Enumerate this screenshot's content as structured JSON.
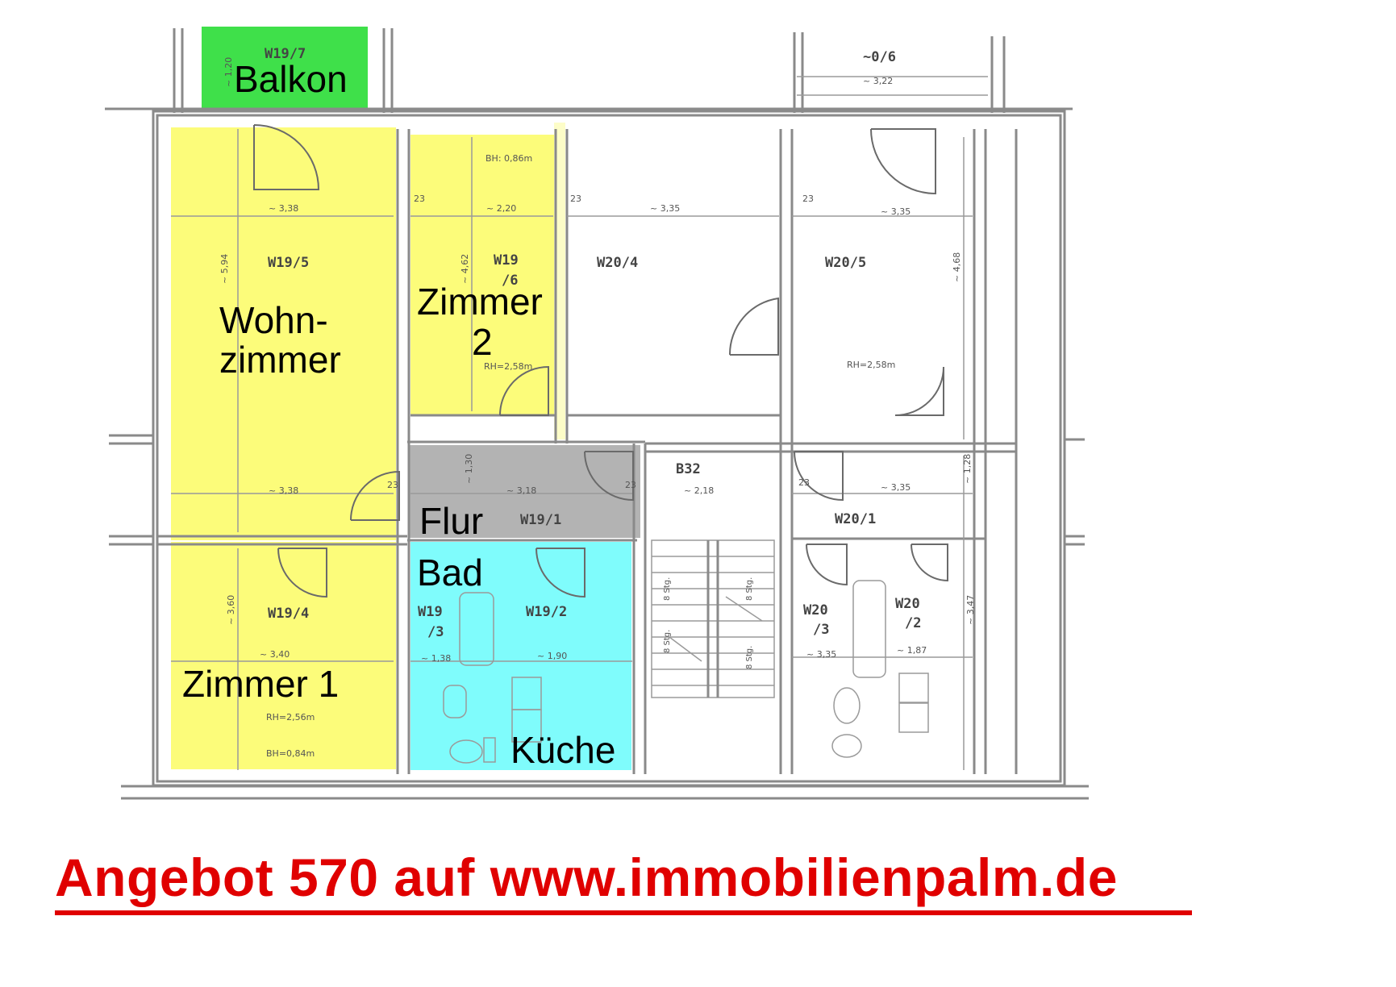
{
  "rooms": {
    "balkon": {
      "label": "Balkon",
      "code": "W19/7",
      "color": "#3fe04a"
    },
    "wohnzimmer": {
      "label_line1": "Wohn-",
      "label_line2": "zimmer",
      "code": "W19/5",
      "color": "#fcfc7a"
    },
    "zimmer2": {
      "label_line1": "Zimmer",
      "label_line2": "2",
      "code_line1": "W19",
      "code_line2": "/6",
      "color": "#fcfc7a"
    },
    "flur": {
      "label": "Flur",
      "code": "W19/1",
      "color": "#b3b3b3"
    },
    "bad": {
      "label": "Bad",
      "code_line1": "W19",
      "code_line2": "/3",
      "color": "#7ffcfc"
    },
    "kueche": {
      "label": "Küche",
      "code": "W19/2",
      "color": "#7ffcfc"
    },
    "zimmer1": {
      "label": "Zimmer 1",
      "code": "W19/4",
      "color": "#fcfc7a"
    }
  },
  "other_codes": {
    "w20_4": "W20/4",
    "w20_5": "W20/5",
    "w20_6": "~0/6",
    "w20_1": "W20/1",
    "w20_3_line1": "W20",
    "w20_3_line2": "/3",
    "w20_2_line1": "W20",
    "w20_2_line2": "/2",
    "b32": "B32"
  },
  "dimensions": {
    "bh_086": "BH: 0,86m",
    "rh_258_a": "RH=2,58m",
    "rh_258_b": "RH=2,58m",
    "rh_256": "RH=2,56m",
    "bh_084": "BH=0,84m",
    "d_338_a": "~ 3,38",
    "d_338_b": "~ 3,38",
    "d_220": "~ 2,20",
    "d_335_a": "~ 3,35",
    "d_335_b": "~ 3,35",
    "d_335_c": "~ 3,35",
    "d_335_d": "~ 3,35",
    "d_340": "~ 3,40",
    "d_138_a": "~ 1,38",
    "d_190": "~ 1,90",
    "d_187": "~ 1,87",
    "d_218": "~ 2,18",
    "d_322": "~ 3,22",
    "d_318": "~ 3,18",
    "d_594": "~ 5,94",
    "d_462": "~ 4,62",
    "d_468": "~ 4,68",
    "d_130": "~ 1,30",
    "d_128": "~ 1,28",
    "d_360": "~ 3,60",
    "d_347": "~ 3,47",
    "d_120": "~ 1,20",
    "n23_a": "23",
    "n23_b": "23",
    "n23_c": "23",
    "n23_d": "23",
    "n23_e": "23",
    "n23_f": "23",
    "stair_a": "8 Stg.",
    "stair_b": "8 Stg.",
    "stair_c": "8 Stg.",
    "stair_d": "8 Stg."
  },
  "footer": {
    "text": "Angebot 570 auf www.immobilienpalm.de",
    "color": "#e00000"
  }
}
